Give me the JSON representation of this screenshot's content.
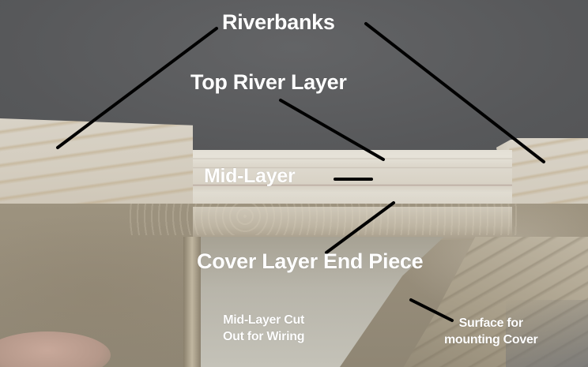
{
  "labels": {
    "riverbanks": "Riverbanks",
    "top_river_layer": "Top River Layer",
    "mid_layer": "Mid-Layer",
    "cover_layer_end_piece": "Cover Layer End Piece",
    "mid_layer_cutout_line1": "Mid-Layer Cut",
    "mid_layer_cutout_line2": "Out for Wiring",
    "surface_line1": "Surface for",
    "surface_line2": "mounting Cover"
  },
  "colors": {
    "label_text": "#ffffff",
    "leader_line": "#000000",
    "background_wall": "#5a5b5d",
    "wood_light": "#d8d2c6"
  }
}
